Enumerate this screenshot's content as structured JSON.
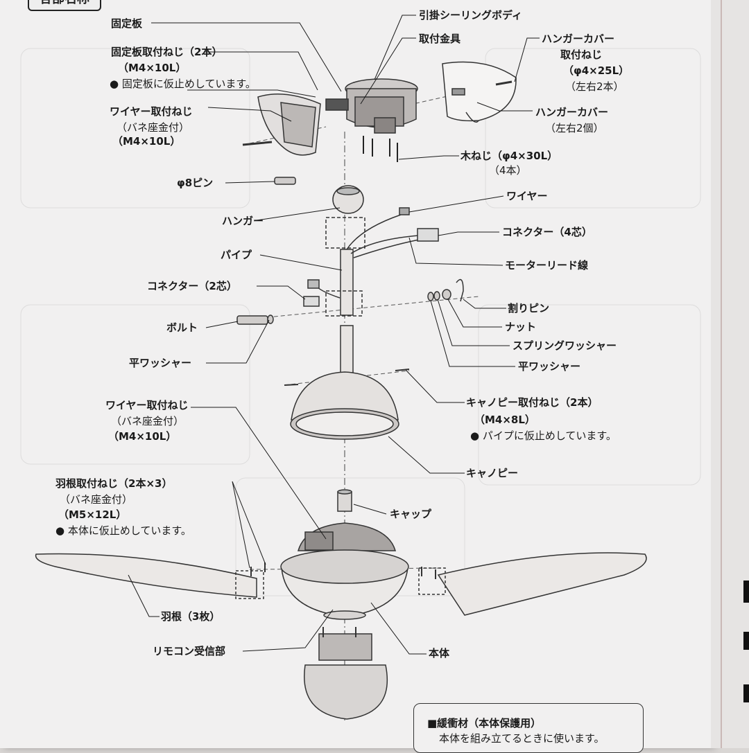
{
  "header": {
    "title": "各部名称"
  },
  "labels": {
    "kotei_ita": "固定板",
    "kotei_neji_l1": "固定板取付ねじ（2本）",
    "kotei_neji_l2": "（M4×10L）",
    "kotei_neji_l3": "● 固定板に仮止めしています。",
    "wire_neji_top_l1": "ワイヤー取付ねじ",
    "wire_neji_top_l2": "（バネ座金付）",
    "wire_neji_top_l3": "（M4×10L）",
    "phi8": "φ8ピン",
    "hanger": "ハンガー",
    "pipe": "パイプ",
    "connector2": "コネクター（2芯）",
    "bolt": "ボルト",
    "hira_left": "平ワッシャー",
    "wire_neji_mid_l1": "ワイヤー取付ねじ",
    "wire_neji_mid_l2": "（バネ座金付）",
    "wire_neji_mid_l3": "（M4×10L）",
    "hane_neji_l1": "羽根取付ねじ（2本×3）",
    "hane_neji_l2": "（バネ座金付）",
    "hane_neji_l3": "（M5×12L）",
    "hane_neji_l4": "● 本体に仮止めしています。",
    "hane": "羽根（3枚）",
    "remocon": "リモコン受信部",
    "hikkake": "引掛シーリングボディ",
    "toritsuke_kanagu": "取付金具",
    "hanger_cover_neji_l1": "ハンガーカバー",
    "hanger_cover_neji_l2": "取付ねじ",
    "hanger_cover_neji_l3": "（φ4×25L）",
    "hanger_cover_neji_l4": "（左右2本）",
    "hanger_cover_l1": "ハンガーカバー",
    "hanger_cover_l2": "（左右2個）",
    "mokuneji_l1": "木ねじ（φ4×30L）",
    "mokuneji_l2": "（4本）",
    "wire": "ワイヤー",
    "connector4": "コネクター（4芯）",
    "motor_lead": "モーターリード線",
    "waripin": "割りピン",
    "nut": "ナット",
    "spring_washer": "スプリングワッシャー",
    "hira_right": "平ワッシャー",
    "canopy_neji_l1": "キャノピー取付ねじ（2本）",
    "canopy_neji_l2": "（M4×8L）",
    "canopy_neji_l3": "● パイプに仮止めしています。",
    "canopy": "キャノピー",
    "cap": "キャップ",
    "hontai": "本体",
    "kanshozai_l1": "■緩衝材（本体保護用）",
    "kanshozai_l2": "本体を組み立てるときに使います。"
  }
}
